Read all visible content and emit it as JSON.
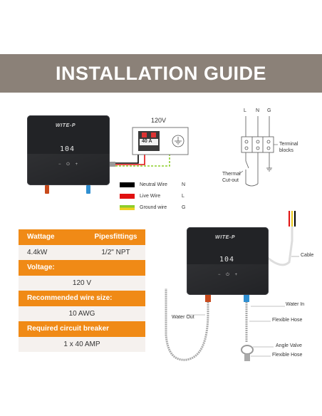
{
  "title": "INSTALLATION GUIDE",
  "heater_top": {
    "brand": "WITE-P",
    "display_value": "104",
    "controls": "− ⏻ +"
  },
  "breaker": {
    "voltage": "120V",
    "rating": "40 A"
  },
  "legend": [
    {
      "label": "Neutral Wire",
      "code": "N",
      "color": "#000000"
    },
    {
      "label": "Live Wire",
      "code": "L",
      "color": "#e01010"
    },
    {
      "label": "Ground wire",
      "code": "G",
      "color": "#8ccd2a"
    }
  ],
  "schematic": {
    "lines": [
      "L",
      "N",
      "G"
    ],
    "terminal_label": "Terminal blocks",
    "thermal_label": "Thermal Cut-out"
  },
  "specs": {
    "wattage_header": "Wattage",
    "pipefittings_header": "Pipesfittings",
    "wattage_value": "4.4kW",
    "pipefittings_value": "1/2\" NPT",
    "voltage_header": "Voltage:",
    "voltage_value": "120 V",
    "wire_header": "Recommended wire size:",
    "wire_value": "10 AWG",
    "breaker_header": "Required circuit breaker",
    "breaker_value": "1 x 40 AMP"
  },
  "heater_bottom": {
    "brand": "WITE-P",
    "display_value": "104",
    "controls": "− ⏻ +"
  },
  "plumbing_labels": {
    "cable": "Cable",
    "water_in": "Water In",
    "water_out": "Water Out",
    "flexible_hose_1": "Flexible Hose",
    "angle_valve": "Angle Valve",
    "flexible_hose_2": "Flexible Hose"
  },
  "colors": {
    "banner": "#8b8178",
    "orange": "#f08a16",
    "heater": "#222326",
    "hot_pipe": "#c84a1c",
    "cold_pipe": "#2f8fd1"
  }
}
